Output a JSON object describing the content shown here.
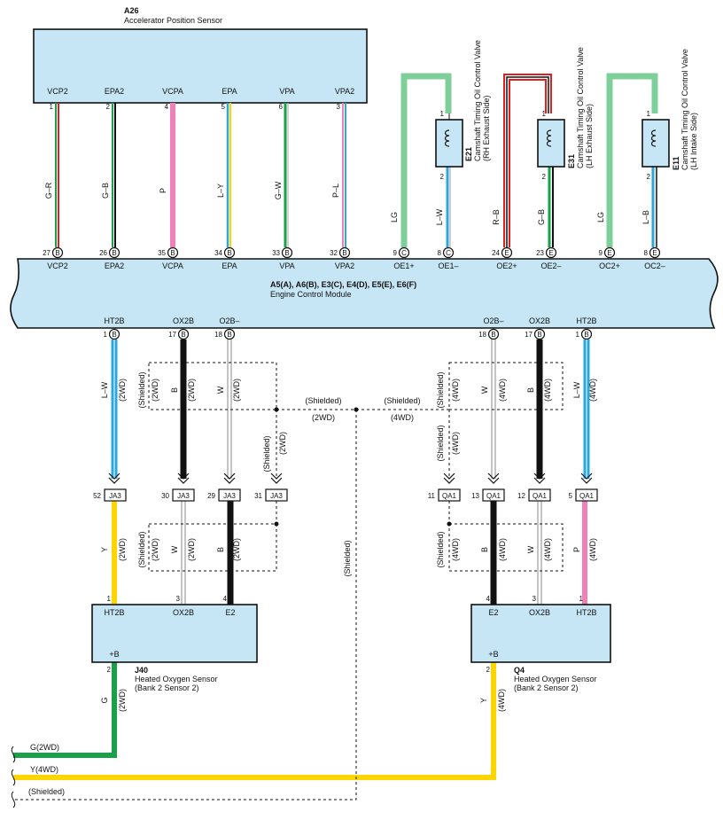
{
  "colors": {
    "component_fill": "#c6e6f5",
    "wire_green": "#1aa04a",
    "wire_light_green": "#7fcf9a",
    "wire_blue": "#29a8e0",
    "wire_pink": "#f080b8",
    "wire_red": "#e02020",
    "wire_yellow": "#ffd500",
    "wire_black": "#111111"
  },
  "components": {
    "a26": {
      "ref": "A26",
      "name": "Accelerator Position Sensor"
    },
    "ecm": {
      "ref": "A5(A), A6(B), E3(C), E4(D), E5(E), E6(F)",
      "name": "Engine Control Module"
    },
    "e21": {
      "ref": "E21",
      "name": "Camshaft Timing Oil Control Valve",
      "side": "(RH Exhaust Side)"
    },
    "e31": {
      "ref": "E31",
      "name": "Camshaft Timing Oil Control Valve",
      "side": "(LH Exhaust Side)"
    },
    "e11": {
      "ref": "E11",
      "name": "Camshaft Timing Oil Control Valve",
      "side": "(LH Intake Side)"
    },
    "j40": {
      "ref": "J40",
      "name": "Heated Oxygen Sensor",
      "sub": "(Bank 2 Sensor 2)"
    },
    "q4": {
      "ref": "Q4",
      "name": "Heated Oxygen Sensor",
      "sub": "(Bank 2 Sensor 2)"
    }
  },
  "a26_pins": [
    {
      "label": "VCP2",
      "pin": "1",
      "wire": "G–R"
    },
    {
      "label": "EPA2",
      "pin": "2",
      "wire": "G–B"
    },
    {
      "label": "VCPA",
      "pin": "4",
      "wire": "P"
    },
    {
      "label": "EPA",
      "pin": "5",
      "wire": "L–Y"
    },
    {
      "label": "VPA",
      "pin": "6",
      "wire": "G–W"
    },
    {
      "label": "VPA2",
      "pin": "3",
      "wire": "P–L"
    }
  ],
  "ecm_top_terms": [
    {
      "label": "VCP2",
      "pin": "27",
      "conn": "B"
    },
    {
      "label": "EPA2",
      "pin": "26",
      "conn": "B"
    },
    {
      "label": "VCPA",
      "pin": "35",
      "conn": "B"
    },
    {
      "label": "EPA",
      "pin": "34",
      "conn": "B"
    },
    {
      "label": "VPA",
      "pin": "33",
      "conn": "B"
    },
    {
      "label": "VPA2",
      "pin": "32",
      "conn": "B"
    },
    {
      "label": "OE1+",
      "pin": "9",
      "conn": "C"
    },
    {
      "label": "OE1–",
      "pin": "8",
      "conn": "C"
    },
    {
      "label": "OE2+",
      "pin": "24",
      "conn": "E"
    },
    {
      "label": "OE2–",
      "pin": "23",
      "conn": "E"
    },
    {
      "label": "OC2+",
      "pin": "9",
      "conn": "E"
    },
    {
      "label": "OC2–",
      "pin": "8",
      "conn": "E"
    }
  ],
  "valve_wires": {
    "oe1p": "LG",
    "oe1m": "L–W",
    "oe2p": "R–B",
    "oe2m": "G–B",
    "oc2p": "LG",
    "oc2m": "L–B"
  },
  "valve_pins": {
    "top": "1",
    "bottom": "2"
  },
  "ecm_bottom_terms": [
    {
      "label": "HT2B",
      "pin": "1",
      "conn": "B"
    },
    {
      "label": "OX2B",
      "pin": "17",
      "conn": "B"
    },
    {
      "label": "O2B–",
      "pin": "18",
      "conn": "B"
    },
    {
      "label": "O2B–",
      "pin": "18",
      "conn": "B"
    },
    {
      "label": "OX2B",
      "pin": "17",
      "conn": "B"
    },
    {
      "label": "HT2B",
      "pin": "1",
      "conn": "B"
    }
  ],
  "connectors": {
    "ja3": [
      {
        "pin": "52",
        "name": "JA3"
      },
      {
        "pin": "30",
        "name": "JA3"
      },
      {
        "pin": "29",
        "name": "JA3"
      },
      {
        "pin": "31",
        "name": "JA3"
      }
    ],
    "qa1": [
      {
        "pin": "11",
        "name": "QA1"
      },
      {
        "pin": "13",
        "name": "QA1"
      },
      {
        "pin": "12",
        "name": "QA1"
      },
      {
        "pin": "5",
        "name": "QA1"
      }
    ]
  },
  "labels": {
    "shielded": "(Shielded)",
    "two_wd": "(2WD)",
    "four_wd": "(4WD)",
    "lw": "L–W",
    "b": "B",
    "w": "W",
    "y": "Y",
    "p": "P",
    "g": "G",
    "g_2wd": "G(2WD)",
    "y_4wd": "Y(4WD)"
  },
  "j40_terms": [
    {
      "label": "HT2B",
      "pin": "1"
    },
    {
      "label": "OX2B",
      "pin": "3"
    },
    {
      "label": "E2",
      "pin": "4"
    },
    {
      "label": "+B",
      "pin": "2"
    }
  ],
  "q4_terms": [
    {
      "label": "E2",
      "pin": "4"
    },
    {
      "label": "OX2B",
      "pin": "3"
    },
    {
      "label": "HT2B",
      "pin": "1"
    },
    {
      "label": "+B",
      "pin": "2"
    }
  ]
}
